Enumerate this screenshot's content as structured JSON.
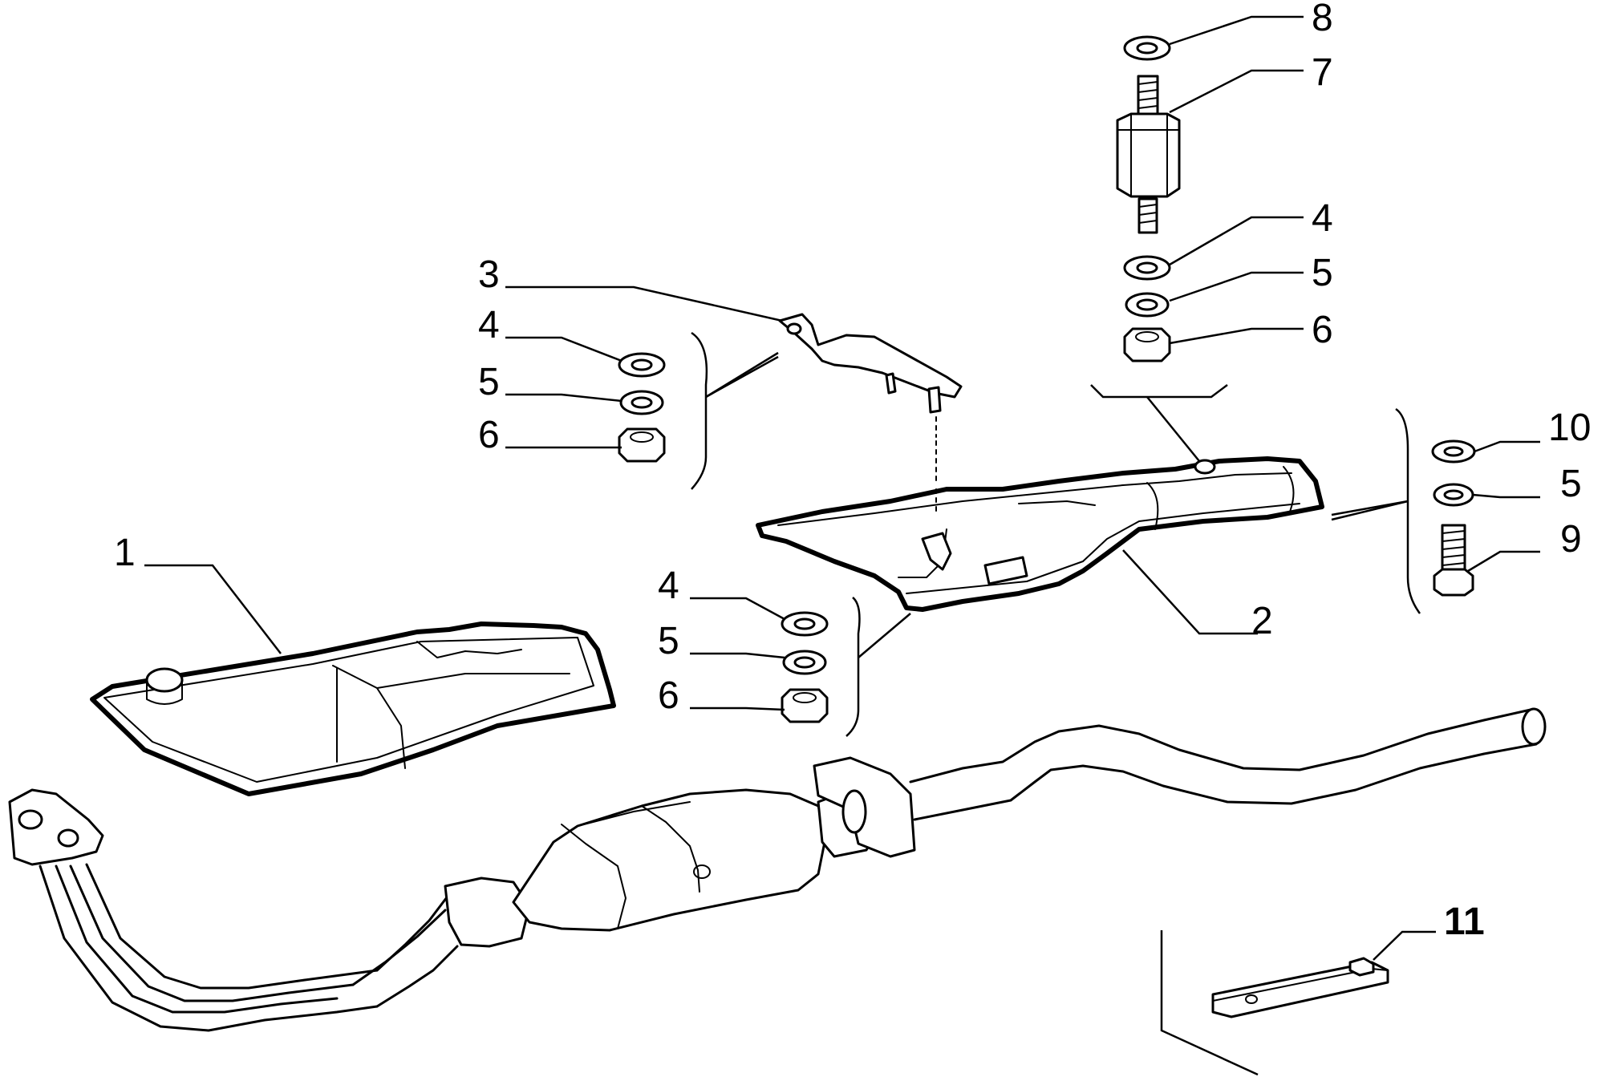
{
  "diagram": {
    "callouts": {
      "c1": "1",
      "c2": "2",
      "c3": "3",
      "c4a": "4",
      "c5a": "5",
      "c6a": "6",
      "c4b": "4",
      "c5b": "5",
      "c6b": "6",
      "c4c": "4",
      "c5c": "5",
      "c6c": "6",
      "c7": "7",
      "c8": "8",
      "c9": "9",
      "c10": "10",
      "c5d": "5",
      "c11": "11"
    }
  }
}
